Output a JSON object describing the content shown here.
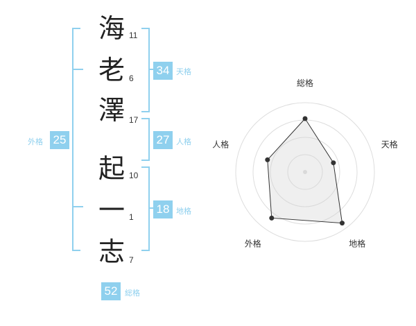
{
  "name": {
    "chars": [
      {
        "char": "海",
        "strokes": "11"
      },
      {
        "char": "老",
        "strokes": "6"
      },
      {
        "char": "澤",
        "strokes": "17"
      },
      {
        "char": "起",
        "strokes": "10"
      },
      {
        "char": "一",
        "strokes": "1"
      },
      {
        "char": "志",
        "strokes": "7"
      }
    ]
  },
  "kakusu": {
    "tenkaku": {
      "value": "34",
      "label": "天格"
    },
    "jinkaku": {
      "value": "27",
      "label": "人格"
    },
    "chikaku": {
      "value": "18",
      "label": "地格"
    },
    "gaikaku": {
      "value": "25",
      "label": "外格"
    },
    "soukaku": {
      "value": "52",
      "label": "総格"
    }
  },
  "colors": {
    "accent": "#8fd0ee"
  },
  "chart_data": {
    "type": "radar",
    "axes": [
      "総格",
      "天格",
      "地格",
      "外格",
      "人格"
    ],
    "values": [
      0.77,
      0.43,
      0.91,
      0.82,
      0.57
    ],
    "range": [
      0,
      1
    ],
    "rings": 4
  }
}
